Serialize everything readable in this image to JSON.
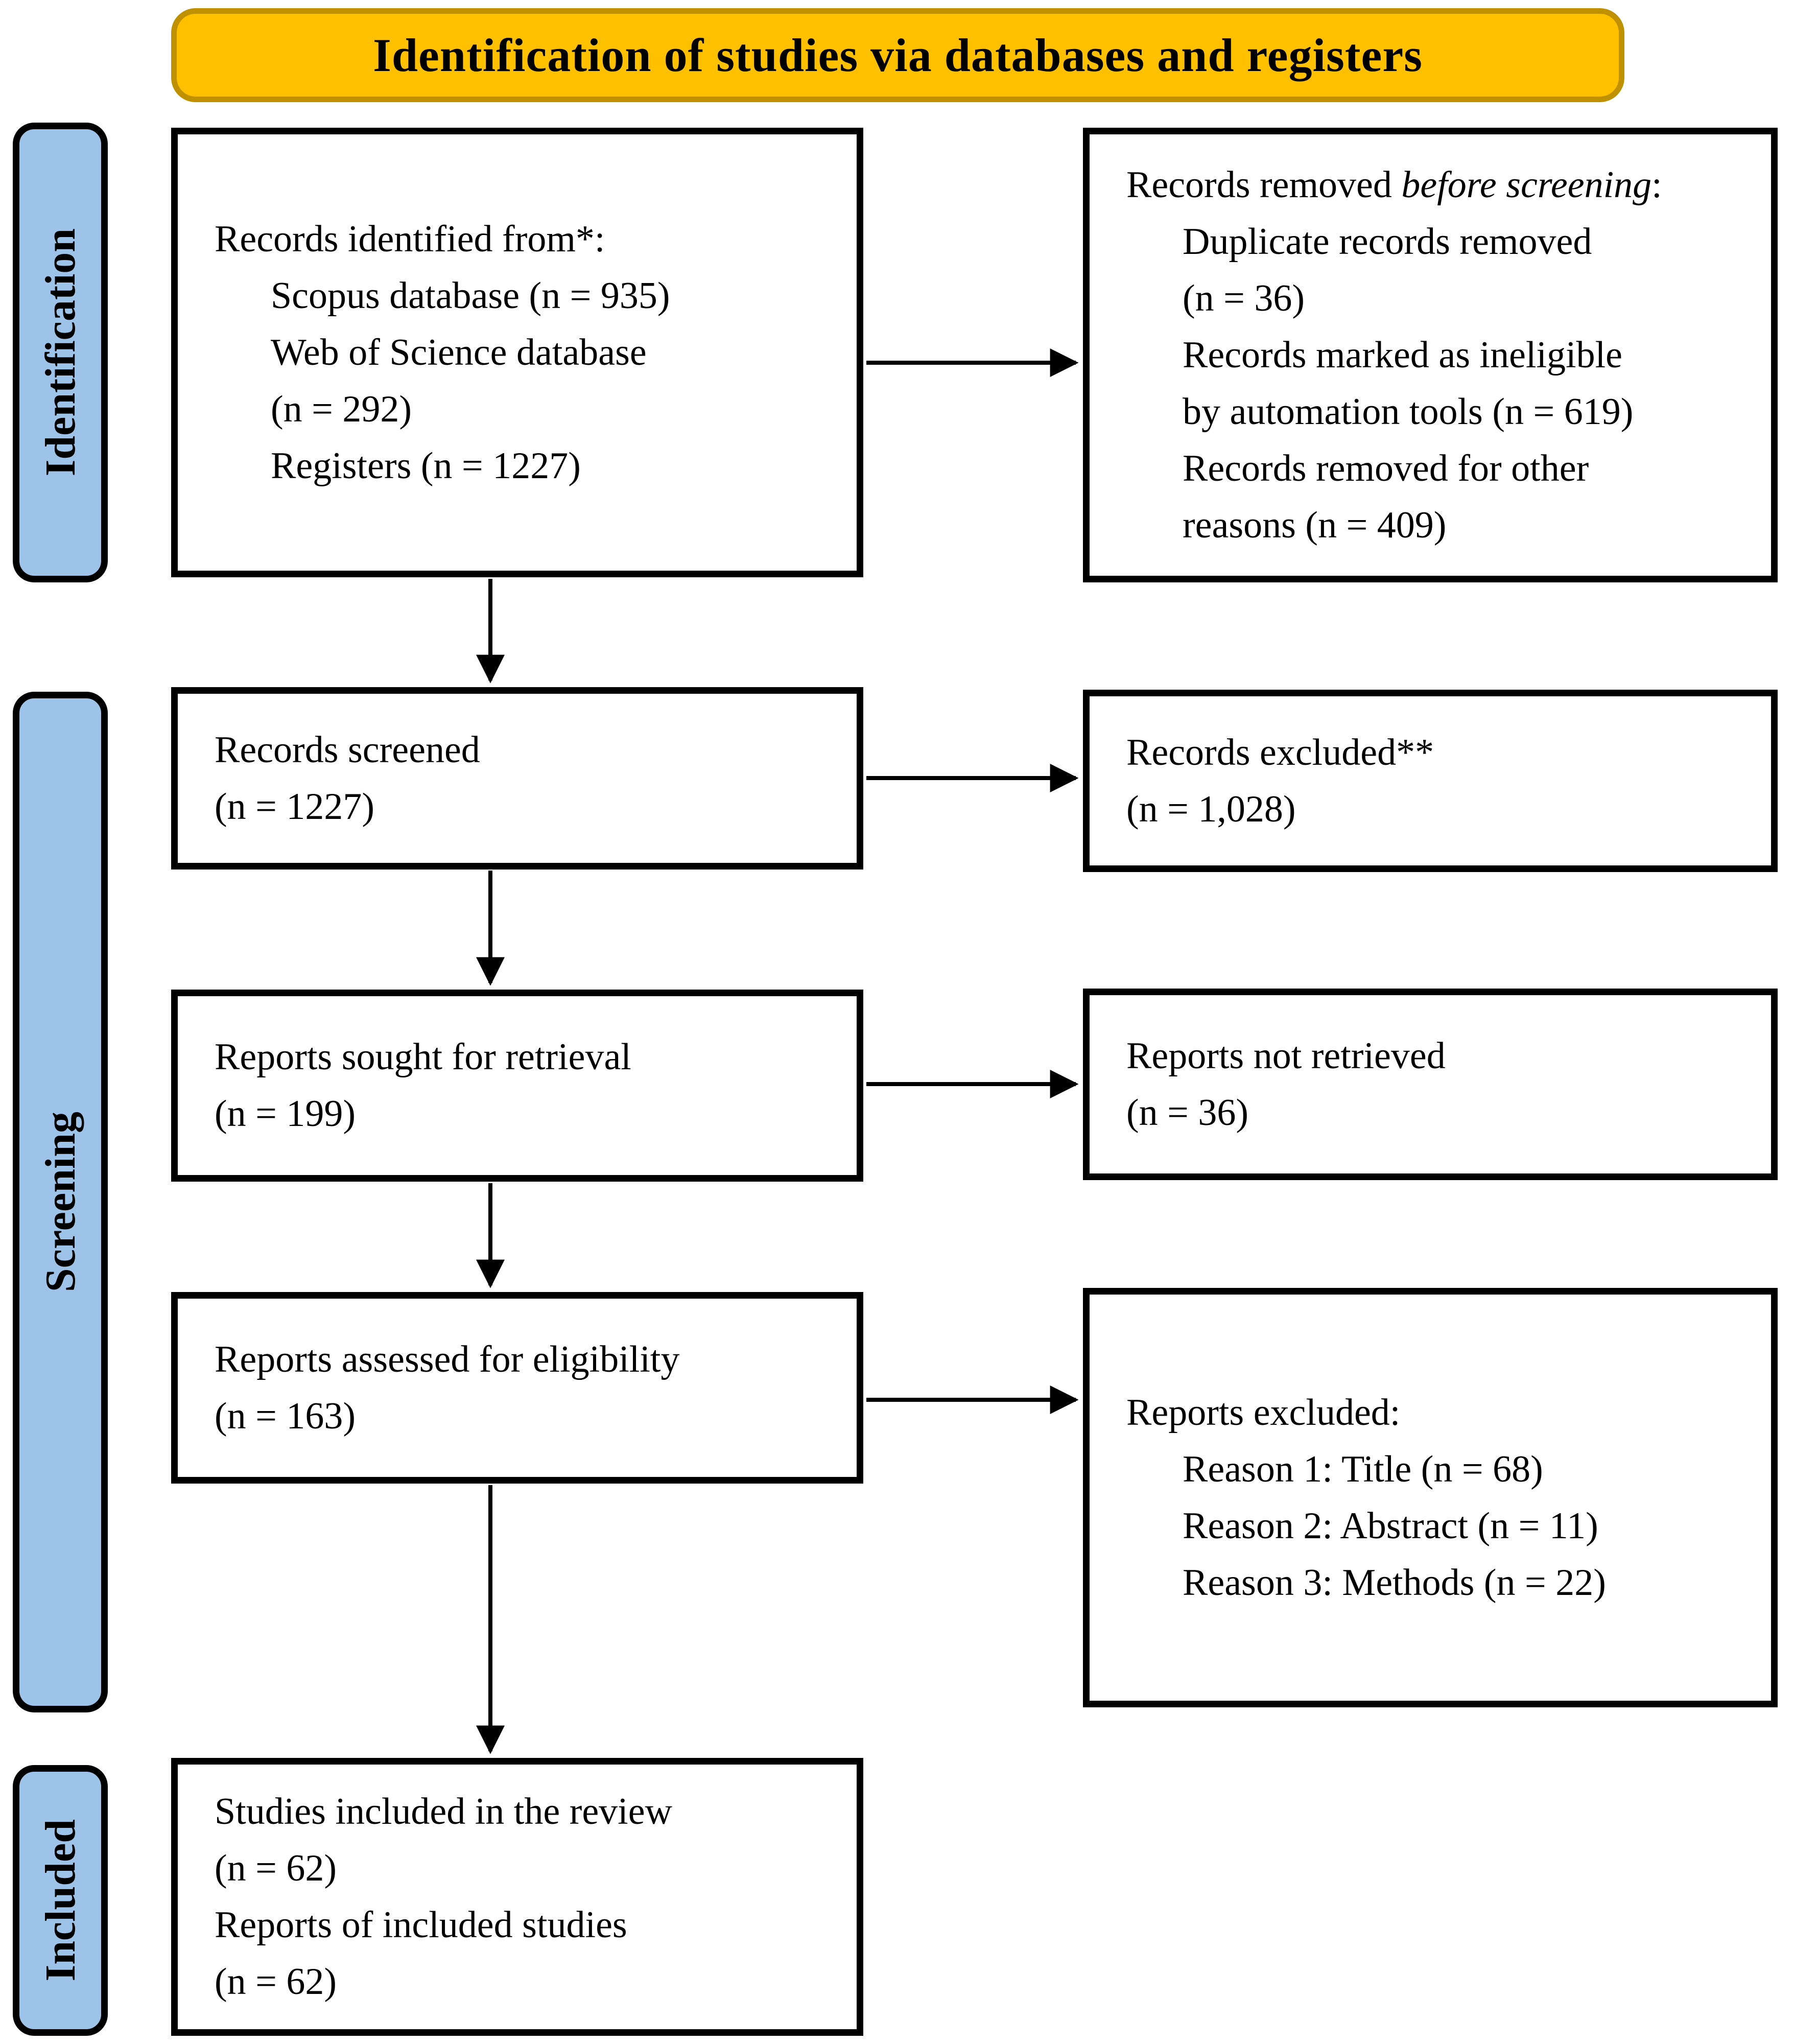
{
  "banner": {
    "title": "Identification of studies via databases and registers"
  },
  "stages": {
    "identification": "Identification",
    "screening": "Screening",
    "included": "Included"
  },
  "boxes": {
    "identified": {
      "lines": [
        "Records identified from*:",
        "Scopus database (n = 935)",
        "Web of Science database",
        "(n = 292)",
        "Registers (n = 1227)"
      ]
    },
    "removed": {
      "line1_pre": "Records removed ",
      "line1_italic": "before screening",
      "line1_post": ":",
      "lines": [
        "Duplicate records removed",
        "(n = 36)",
        "Records marked as ineligible",
        "by automation tools (n = 619)",
        "Records removed for other",
        "reasons (n = 409)"
      ]
    },
    "screened": {
      "lines": [
        "Records screened",
        "(n = 1227)"
      ]
    },
    "records_excluded": {
      "lines": [
        "Records excluded**",
        "(n = 1,028)"
      ]
    },
    "sought": {
      "lines": [
        "Reports sought for retrieval",
        "(n = 199)"
      ]
    },
    "not_retrieved": {
      "lines": [
        "Reports not retrieved",
        "(n = 36)"
      ]
    },
    "assessed": {
      "lines": [
        "Reports assessed for eligibility",
        "(n = 163)"
      ]
    },
    "reports_excluded": {
      "lines": [
        "Reports excluded:",
        "Reason 1: Title (n = 68)",
        "Reason 2: Abstract (n = 11)",
        "Reason 3: Methods (n = 22)"
      ]
    },
    "included_box": {
      "lines": [
        "Studies included in the review",
        "(n = 62)",
        "Reports of included studies",
        "(n = 62)"
      ]
    }
  },
  "colors": {
    "banner_fill": "#FFC000",
    "banner_border": "#BF9000",
    "stage_fill": "#9DC3E8",
    "box_border": "#000000",
    "arrow": "#000000",
    "text": "#000000"
  }
}
